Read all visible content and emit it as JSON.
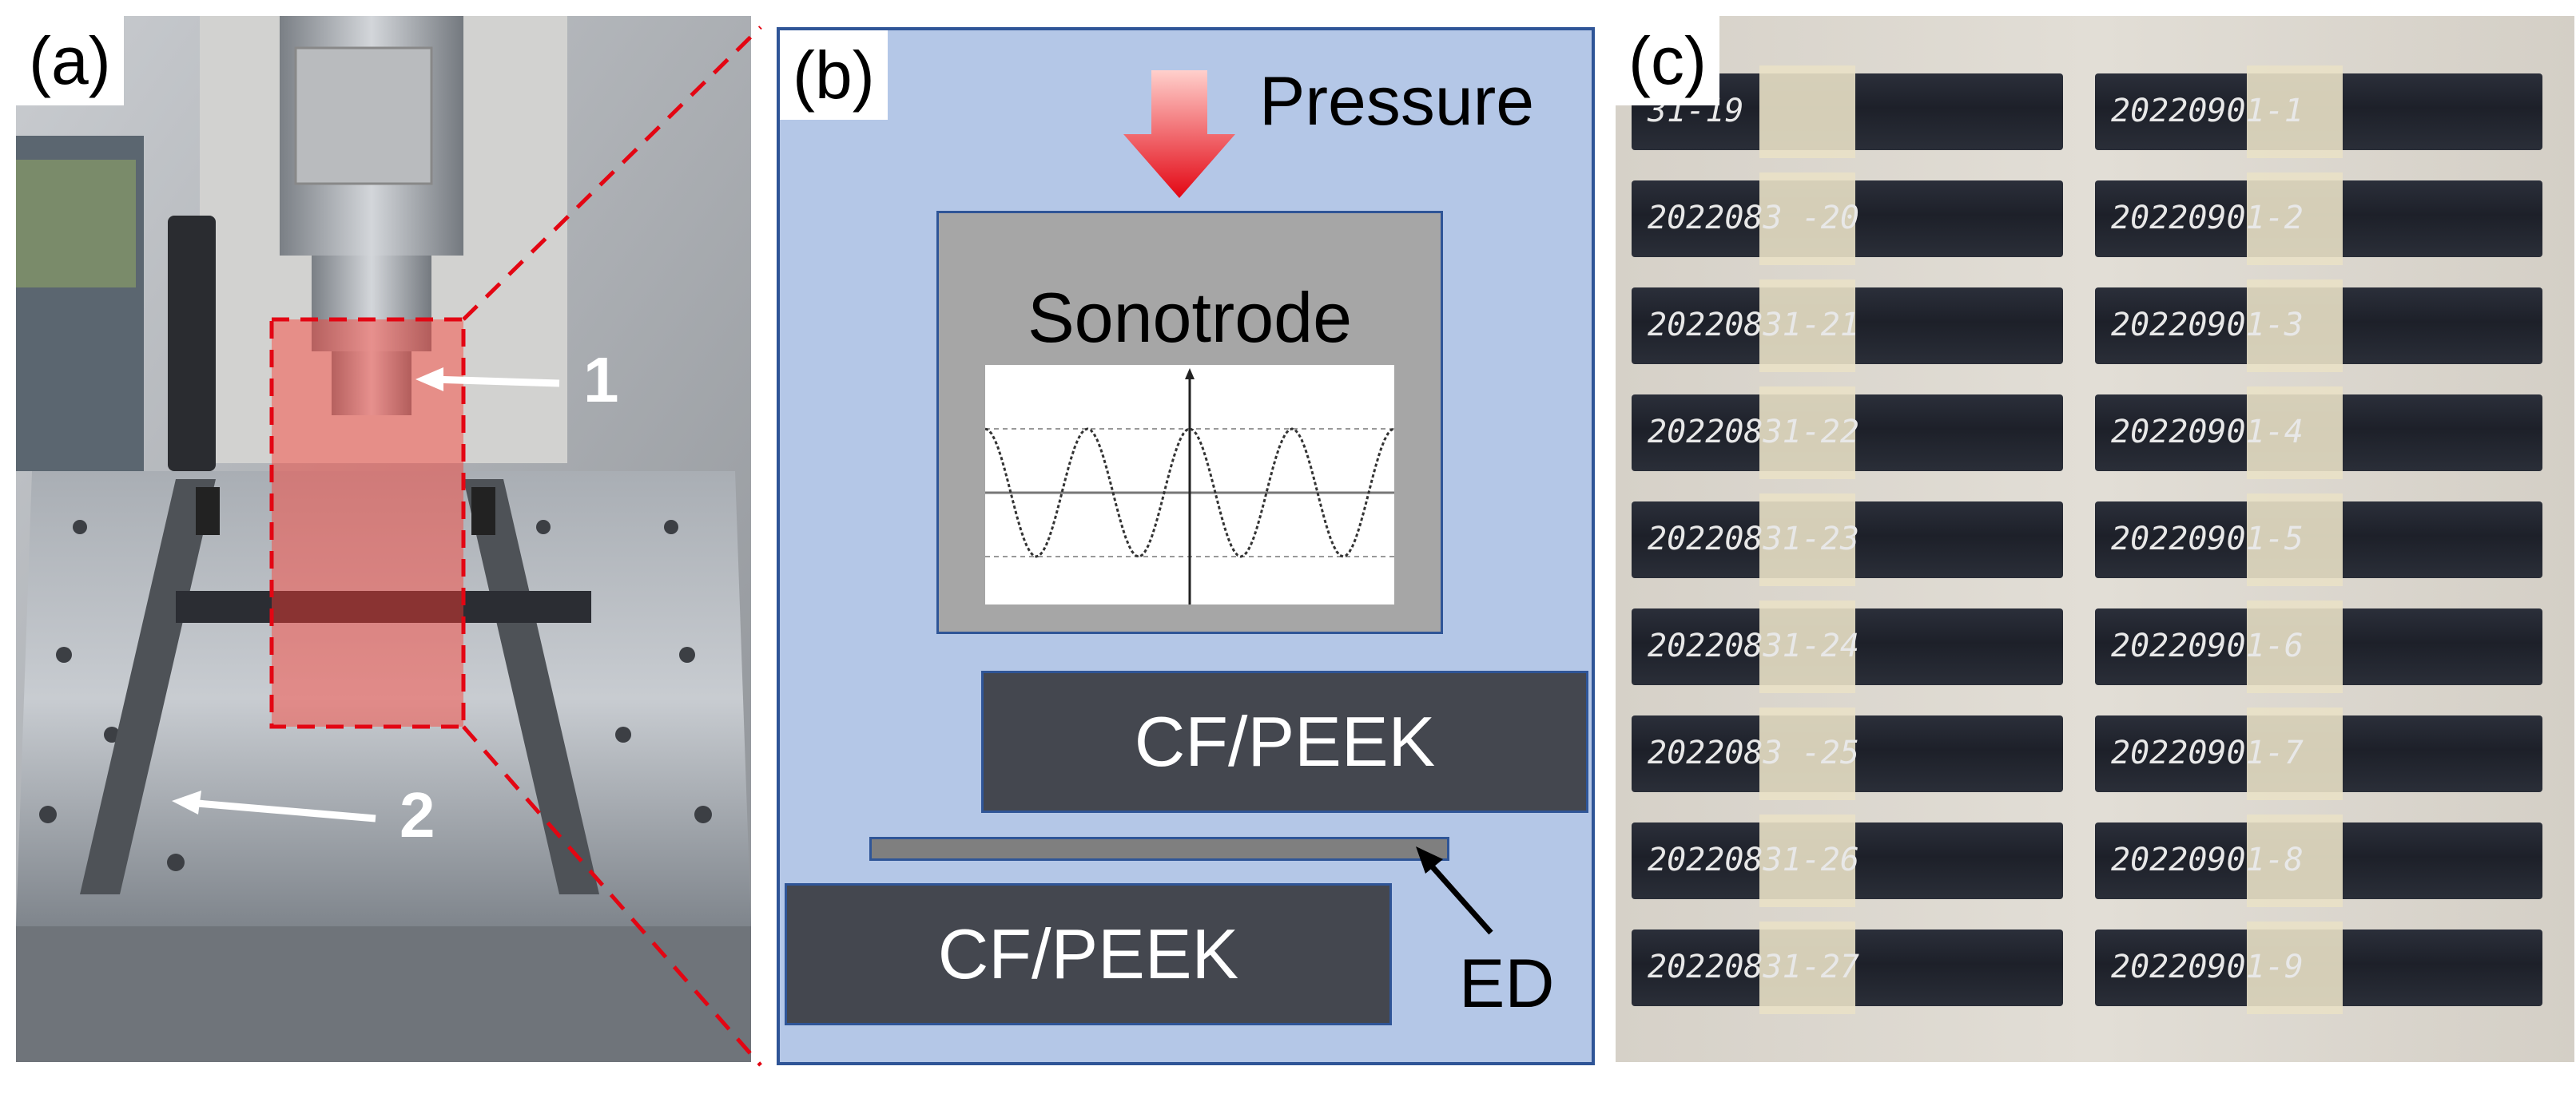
{
  "panel_a": {
    "label": "(a)",
    "callout_1": "1",
    "callout_2": "2"
  },
  "panel_b": {
    "label": "(b)",
    "pressure": "Pressure",
    "sonotrode": "Sonotrode",
    "upper_adherend": "CF/PEEK",
    "lower_adherend": "CF/PEEK",
    "energy_director": "ED"
  },
  "panel_c": {
    "label": "(c)",
    "left_column": [
      "31-19",
      "2022083 -20",
      "20220831-21",
      "20220831-22",
      "20220831-23",
      "20220831-24",
      "2022083 -25",
      "20220831-26",
      "20220831-27"
    ],
    "right_column": [
      "20220901-1",
      "20220901-2",
      "20220901-3",
      "20220901-4",
      "20220901-5",
      "20220901-6",
      "20220901-7",
      "20220901-8",
      "20220901-9"
    ]
  },
  "colors": {
    "schematic_bg": "#b4c7e7",
    "schematic_border": "#2f5597",
    "adherend": "#44474f",
    "highlight": "#ff3b30",
    "arrow_red": "#e30613"
  }
}
